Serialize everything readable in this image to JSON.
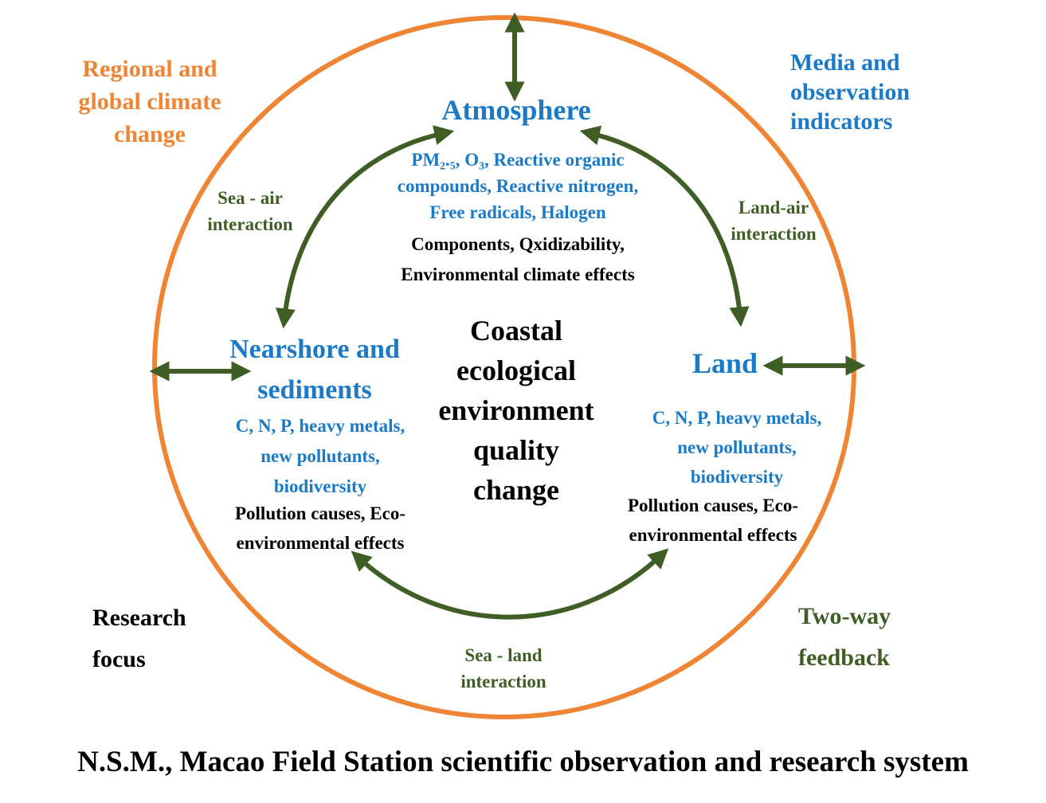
{
  "colors": {
    "ring": "#ef8434",
    "arrow": "#3f5e25",
    "medium_title": "#1a7ac7",
    "indicators": "#1a7ac7",
    "effects": "#000000",
    "interaction": "#3f5e25",
    "corner_regional": "#ef8434",
    "corner_media": "#1a7ac7",
    "corner_research": "#000000",
    "corner_feedback": "#3f5e25"
  },
  "corners": {
    "top_left": [
      "Regional and",
      "global climate",
      "change"
    ],
    "top_right": [
      "Media and",
      "observation",
      "indicators"
    ],
    "bottom_left": [
      "Research",
      "focus"
    ],
    "bottom_right": [
      "Two-way",
      "feedback"
    ]
  },
  "atmosphere": {
    "title": "Atmosphere",
    "indicators": [
      "PM₂.₅, O₃, Reactive organic",
      "compounds, Reactive nitrogen,",
      "Free radicals, Halogen"
    ],
    "effects": [
      "Components, Qxidizability,",
      "Environmental climate effects"
    ]
  },
  "nearshore": {
    "title": [
      "Nearshore and",
      "sediments"
    ],
    "indicators": [
      "C, N, P, heavy metals,",
      "new pollutants,",
      "biodiversity"
    ],
    "effects": [
      "Pollution causes, Eco-",
      "environmental effects"
    ]
  },
  "land": {
    "title": "Land",
    "indicators": [
      "C, N, P, heavy metals,",
      "new pollutants,",
      "biodiversity"
    ],
    "effects": [
      "Pollution causes, Eco-",
      "environmental effects"
    ]
  },
  "center": [
    "Coastal",
    "ecological",
    "environment",
    "quality",
    "change"
  ],
  "interactions": {
    "sea_air": [
      "Sea - air",
      "interaction"
    ],
    "land_air": [
      "Land-air",
      "interaction"
    ],
    "sea_land": [
      "Sea - land",
      "interaction"
    ]
  },
  "arrows": {
    "atmosphere_external": "double-arrow-vertical",
    "nearshore_external": "double-arrow-horizontal",
    "land_external": "double-arrow-horizontal",
    "sea_air": "curved-double-arrow",
    "land_air": "curved-double-arrow",
    "sea_land": "curved-double-arrow"
  },
  "caption": "N.S.M., Macao Field Station scientific observation and research system"
}
